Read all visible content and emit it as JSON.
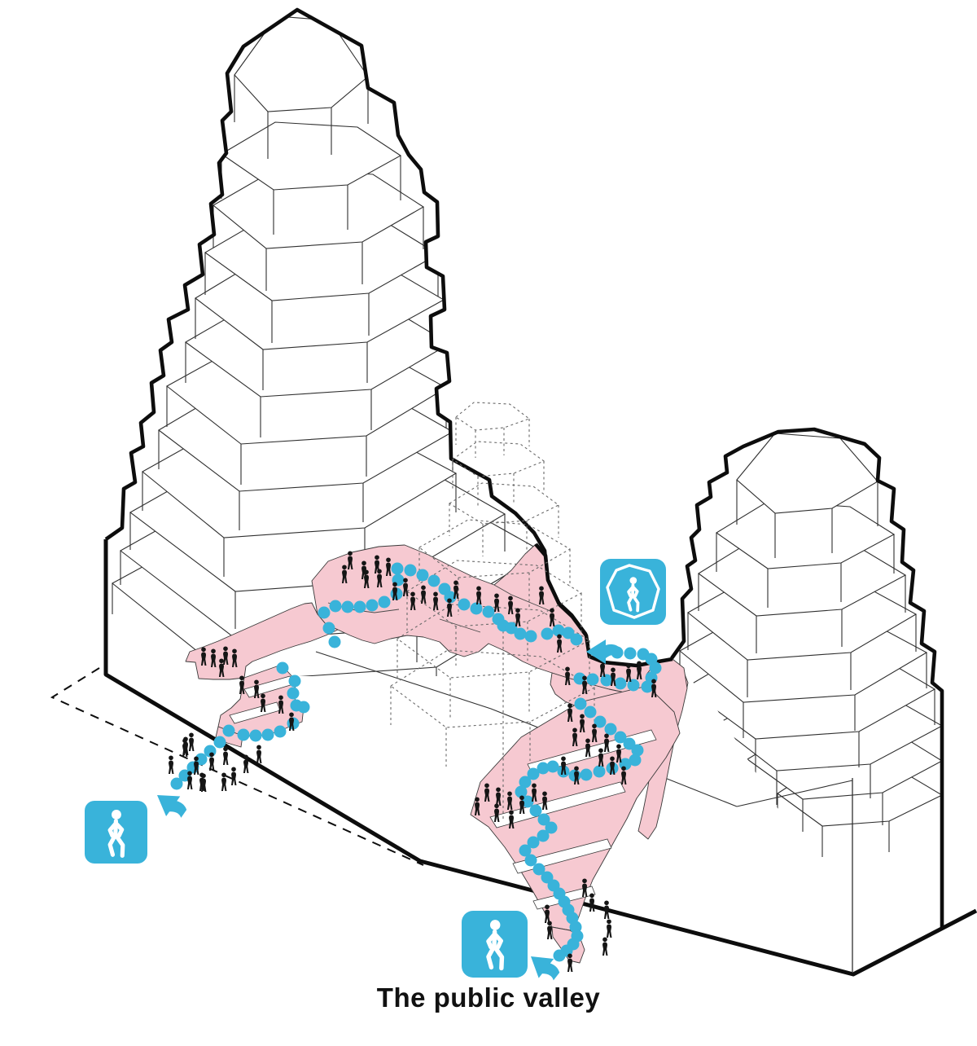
{
  "caption": "The public valley",
  "colors": {
    "accent_cyan": "#39b3da",
    "valley_pink": "#f6c9d1",
    "ink": "#0d0d0d",
    "line": "#2f2f2f",
    "hidden_line": "#6a6a6a",
    "figure_black": "#151515",
    "background": "#ffffff"
  },
  "icons": [
    {
      "name": "pedestrian-route-entry-icon",
      "shape": "walking-person-in-heptagon"
    },
    {
      "name": "pedestrian-exit-west-icon",
      "shape": "walking-person"
    },
    {
      "name": "pedestrian-exit-south-icon",
      "shape": "walking-person"
    }
  ]
}
